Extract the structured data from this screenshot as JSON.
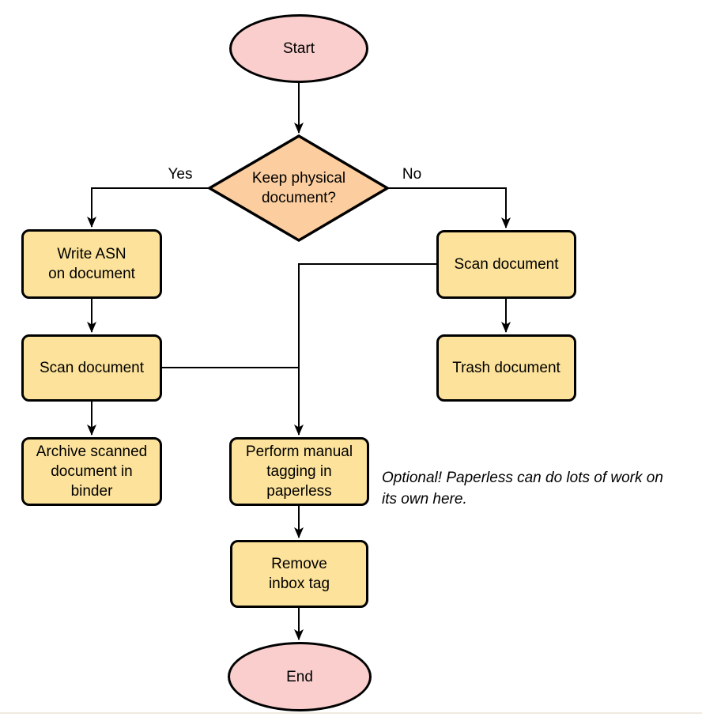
{
  "diagram": {
    "nodes": {
      "start": "Start",
      "decision": "Keep physical\ndocument?",
      "write_asn": "Write ASN\non document",
      "scan_left": "Scan document",
      "archive": "Archive scanned\ndocument in\nbinder",
      "scan_right": "Scan document",
      "trash": "Trash document",
      "tagging": "Perform manual\ntagging in\npaperless",
      "remove_inbox": "Remove\ninbox tag",
      "end": "End"
    },
    "edge_labels": {
      "yes": "Yes",
      "no": "No"
    },
    "note": "Optional! Paperless can do lots of work on\nits own here.",
    "colors": {
      "terminator_fill": "#F9CECD",
      "decision_fill": "#FCCE9F",
      "process_fill": "#FCE29A",
      "stroke": "#000000"
    }
  }
}
